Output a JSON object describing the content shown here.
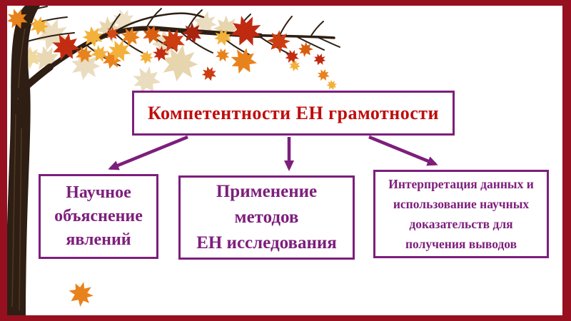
{
  "title_box": {
    "text": "Компетентности ЕН грамотности"
  },
  "boxes": [
    {
      "lines": [
        "Научное",
        "объяснение",
        "явлений"
      ]
    },
    {
      "lines": [
        "Применение",
        "методов",
        "ЕН исследования"
      ]
    },
    {
      "lines": [
        "Интерпретация данных и",
        "использование научных",
        "доказательств для",
        "получения выводов"
      ]
    }
  ],
  "colors": {
    "frame_border": "#97101F",
    "box_border": "#7D1E7C",
    "box_text": "#7D1E7C",
    "title_text": "#C00D0D",
    "connector": "#7D1E7C",
    "tree_trunk": "#2E1E13",
    "leaf_palette": [
      "#EADCBE",
      "#F0DC9E",
      "#F3B13C",
      "#E8821C",
      "#D95E10",
      "#CC3D12",
      "#C22D12",
      "#BF2A10",
      "#A82310"
    ]
  },
  "decor": {
    "icons": [
      "autumn-tree-icon",
      "maple-leaf-icon"
    ]
  }
}
